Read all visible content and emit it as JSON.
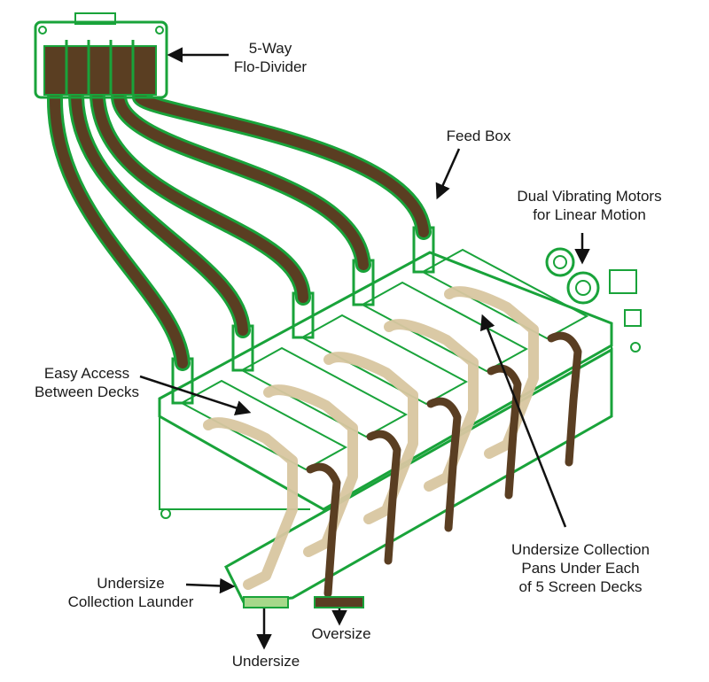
{
  "colors": {
    "frame": "#19a33a",
    "frame_dark": "#0f7a27",
    "oversize_flow": "#5a3e22",
    "undersize_flow": "#d8c6a0",
    "background": "#ffffff",
    "label_text": "#1a1a1a",
    "arrow": "#111111"
  },
  "labels": {
    "flo_divider": [
      "5-Way",
      "Flo-Divider"
    ],
    "feed_box": [
      "Feed Box"
    ],
    "dual_motors": [
      "Dual Vibrating Motors",
      "for Linear Motion"
    ],
    "easy_access": [
      "Easy Access",
      "Between Decks"
    ],
    "collection_pans": [
      "Undersize Collection",
      "Pans Under Each",
      "of 5 Screen Decks"
    ],
    "collection_launder": [
      "Undersize",
      "Collection Launder"
    ],
    "oversize": [
      "Oversize"
    ],
    "undersize": [
      "Undersize"
    ]
  },
  "icons": {
    "divider": "flo-divider-box-icon",
    "motor": "vibrating-motor-icon"
  }
}
